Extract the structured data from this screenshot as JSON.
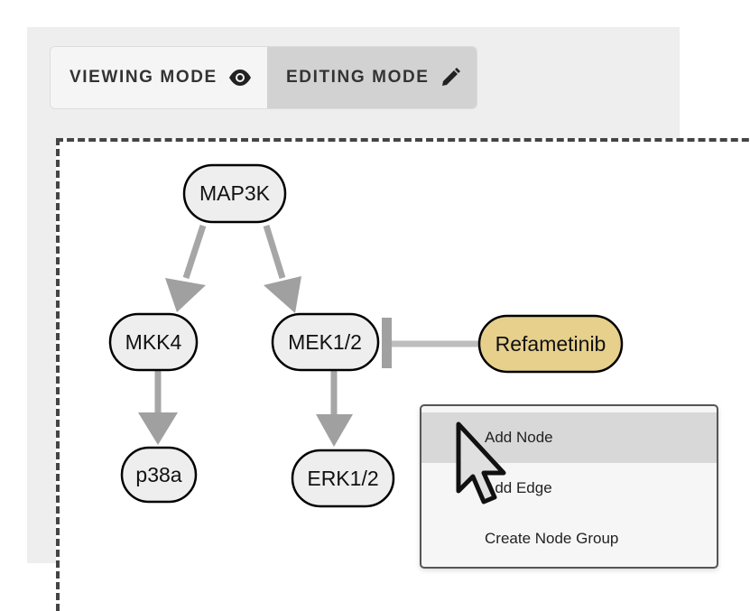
{
  "mode_toggle": {
    "viewing_label": "VIEWING MODE",
    "viewing_icon": "eye-icon",
    "editing_label": "EDITING MODE",
    "editing_icon": "pencil-icon",
    "active": "EDITING MODE"
  },
  "graph": {
    "nodes": [
      {
        "id": "map3k",
        "label": "MAP3K"
      },
      {
        "id": "mkk4",
        "label": "MKK4"
      },
      {
        "id": "mek12",
        "label": "MEK1/2"
      },
      {
        "id": "refametinib",
        "label": "Refametinib"
      },
      {
        "id": "p38a",
        "label": "p38a"
      },
      {
        "id": "erk12",
        "label": "ERK1/2"
      }
    ],
    "edges": [
      {
        "from": "MAP3K",
        "to": "MKK4",
        "type": "activation"
      },
      {
        "from": "MAP3K",
        "to": "MEK1/2",
        "type": "activation"
      },
      {
        "from": "MKK4",
        "to": "p38a",
        "type": "activation"
      },
      {
        "from": "MEK1/2",
        "to": "ERK1/2",
        "type": "activation"
      },
      {
        "from": "Refametinib",
        "to": "MEK1/2",
        "type": "inhibition"
      }
    ]
  },
  "context_menu": {
    "items": [
      "Add Node",
      "Add Edge",
      "Create Node Group"
    ],
    "highlighted": "Add Node"
  },
  "colors": {
    "panel_bg": "#eeeeee",
    "node_fill": "#eeeeee",
    "drug_node_fill": "#e6d08c",
    "edge_color": "#a0a0a0",
    "editing_active_bg": "#d2d2d2"
  }
}
